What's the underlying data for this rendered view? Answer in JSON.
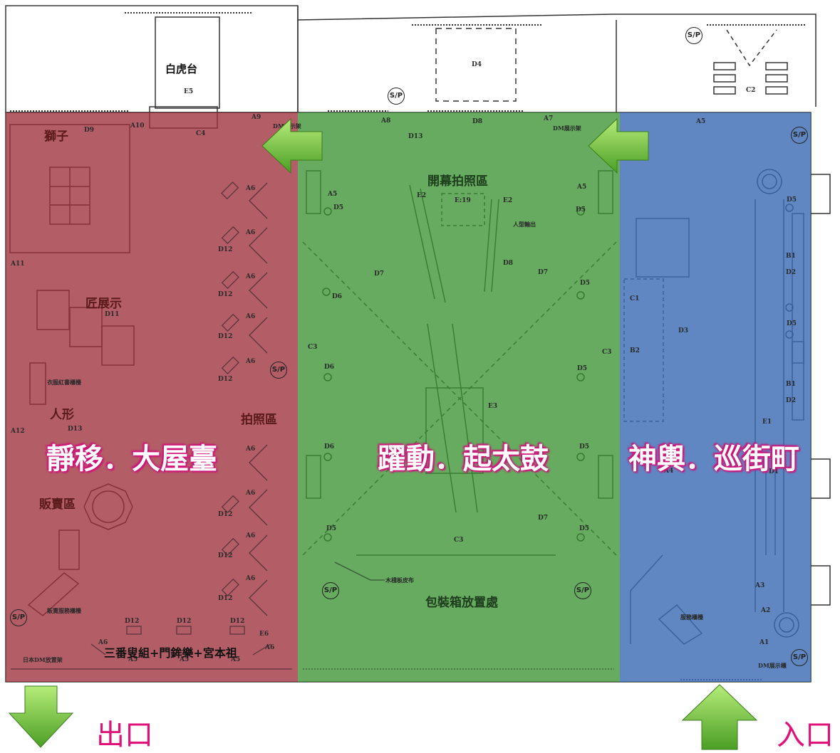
{
  "zones": {
    "left": {
      "label": "靜移．大屋臺",
      "color": "#9e2f3c"
    },
    "middle": {
      "label": "躍動．起太鼓",
      "color": "#3b9433"
    },
    "right": {
      "label": "神輿．巡街町",
      "color": "#3d6db5"
    }
  },
  "exits": {
    "exit_label": "出口",
    "entrance_label": "入口",
    "arrow_color": "#6cc13c"
  },
  "top_rooms": {
    "white_tiger": "白虎台",
    "e5": "E5",
    "c4": "C4",
    "d4": "D4",
    "d8": "D8",
    "c2": "C2",
    "a5": "A5",
    "a7": "A7",
    "a8": "A8",
    "a9": "A9",
    "a10": "A10",
    "d13": "D13",
    "dm_rack_left": "DM展示架",
    "dm_rack_right": "DM展示架"
  },
  "left_area": {
    "lion": "獅子",
    "d9": "D9",
    "a11": "A11",
    "a12": "A12",
    "craft": "匠展示",
    "d11": "D11",
    "costume": "衣服紅書櫃檯",
    "doll": "人形",
    "d13": "D13",
    "shop": "販賣區",
    "shop_counter": "販賣服務櫃檯",
    "photo_area": "拍照區",
    "d12": "D12",
    "a6": "A6",
    "a5": "A5",
    "e6": "E6",
    "bottom_title": "三番叟組+門鉾樂+宮本祖",
    "dm_rack": "日本DM放置架"
  },
  "middle_area": {
    "photo_zone": "開幕拍照區",
    "e19": "E:19",
    "e2": "E2",
    "d8": "D8",
    "human_output": "人型輸出",
    "d5": "D5",
    "d6": "D6",
    "d7": "D7",
    "c3": "C3",
    "e3": "E3",
    "a5": "A5",
    "wooden_floor": "木棧板皮布",
    "box_storage": "包裝箱放置處"
  },
  "right_area": {
    "c1": "C1",
    "b2": "B2",
    "d3": "D3",
    "b1": "B1",
    "d2": "D2",
    "d5": "D5",
    "e1": "E1",
    "a4": "A4",
    "d1": "D1",
    "a3": "A3",
    "a2": "A2",
    "a1": "A1",
    "service_counter": "服務櫃檯",
    "dm_rack": "DM展示櫃"
  },
  "sp_symbol": "S/P"
}
